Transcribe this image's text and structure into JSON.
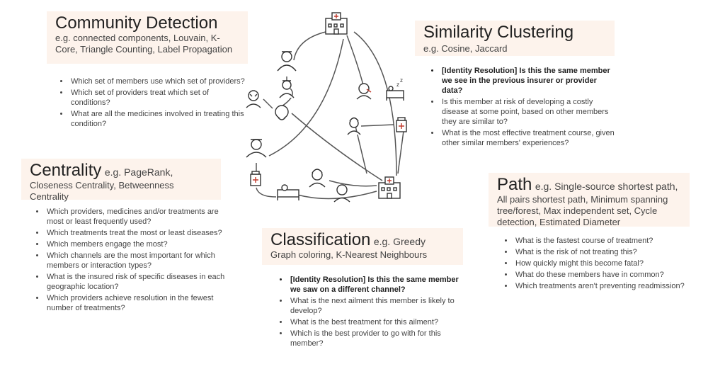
{
  "community": {
    "title": "Community Detection",
    "eg": "e.g. connected components, Louvain, K-Core, Triangle Counting, Label Propagation",
    "questions": [
      "Which set of members use which set of providers?",
      "Which set of providers treat which set of conditions?",
      "What are all the medicines involved in treating this condition?"
    ]
  },
  "similarity": {
    "title": "Similarity Clustering",
    "eg": "e.g. Cosine, Jaccard",
    "questions": [
      "[Identity Resolution] Is this the same member we see in the previous insurer or provider data?",
      "Is this member at risk of developing a costly disease at some point, based on other members they are similar to?",
      "What is the most effective treatment course, given other similar members' experiences?"
    ]
  },
  "centrality": {
    "title": "Centrality",
    "eg_inline": "e.g. PageRank,",
    "eg_rest": "Closeness Centrality, Betweenness Centrality",
    "questions": [
      "Which providers, medicines and/or treatments are most or least frequently used?",
      "Which treatments treat the most or least diseases?",
      "Which members engage the most?",
      "Which channels are the most important for which members or interaction types?",
      "What is the insured risk of specific diseases in each geographic location?",
      "Which providers achieve resolution in the fewest number of treatments?"
    ]
  },
  "path": {
    "title": "Path",
    "eg_inline": "e.g. Single-source shortest path,",
    "eg_rest": "All pairs shortest path, Minimum spanning tree/forest, Max independent set, Cycle detection, Estimated Diameter",
    "questions": [
      "What is the fastest course of treatment?",
      "What is the risk of not treating this?",
      "How quickly might this become fatal?",
      "What do these members have in common?",
      "Which treatments aren't preventing readmission?"
    ]
  },
  "classification": {
    "title": "Classification",
    "eg_inline": "e.g. Greedy",
    "eg_rest": "Graph coloring, K-Nearest Neighbours",
    "questions": [
      "[Identity Resolution] Is this the same member we saw on a different channel?",
      "What is the next ailment this member is likely to develop?",
      "What is the best treatment for this ailment?",
      "Which is the best provider to go with for this member?"
    ]
  },
  "icons": [
    "hospital-icon",
    "doctor-icon",
    "nurse-icon",
    "sick-person-icon",
    "sick-head-icon",
    "medic-icon",
    "medicine-bottle-icon",
    "patient-bed-icon",
    "woman-icon",
    "man-icon",
    "hospital-icon",
    "thermometer-person-icon",
    "sleeping-bed-icon",
    "woman-icon",
    "medicine-bottle-icon"
  ]
}
